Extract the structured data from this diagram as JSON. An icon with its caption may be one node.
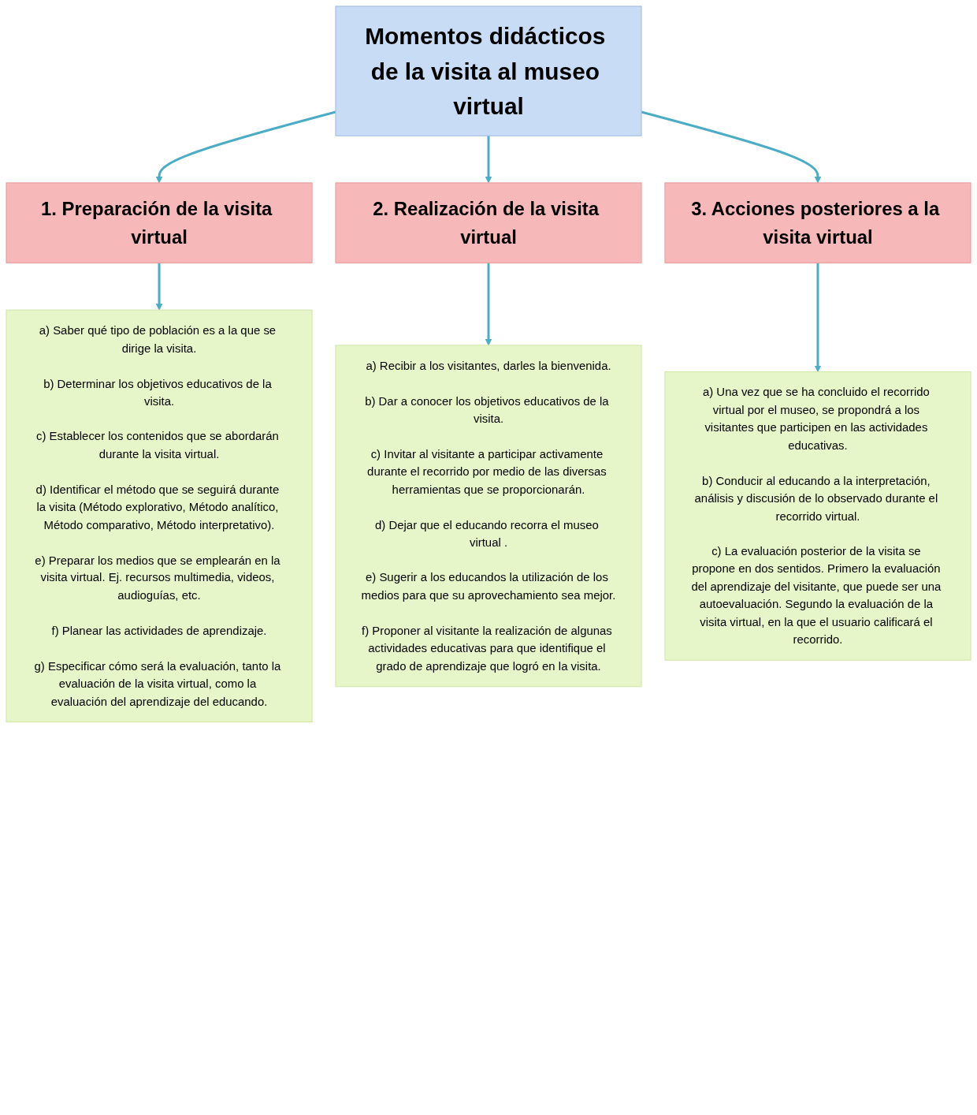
{
  "diagram": {
    "nodes": [
      {
        "text": [
          "Momentos didácticos de la visita al museo virtual"
        ]
      },
      {
        "text": [
          "1. Preparación de la visita virtual"
        ]
      },
      {
        "text": [
          "2. Realización de la visita virtual"
        ]
      },
      {
        "text": [
          "3. Acciones posteriores a la visita virtual"
        ]
      },
      {
        "text": [
          "a) Saber qué tipo de población es a la que se dirige la visita.",
          "b) Determinar los objetivos educativos de la visita.",
          "c) Establecer los contenidos que se abordarán durante la visita virtual.",
          "d) Identificar el método que se seguirá durante la visita (Método explorativo, Método analítico, Método comparativo, Método interpretativo).",
          "e) Preparar los medios que se emplearán en la visita virtual. Ej. recursos multimedia, videos, audioguías, etc.",
          "f) Planear las actividades de aprendizaje.",
          "g) Especificar cómo será la evaluación, tanto la evaluación de la visita virtual, como la evaluación del aprendizaje del educando."
        ]
      },
      {
        "text": [
          "a) Recibir a los visitantes, darles la bienvenida.",
          "b) Dar a conocer los objetivos educativos de la visita.",
          "c) Invitar al visitante a participar activamente durante el recorrido por medio de las diversas herramientas que se proporcionarán.",
          "d) Dejar que el educando recorra el museo virtual .",
          "e) Sugerir a los educandos la utilización de los medios para que su aprovechamiento sea mejor.",
          "f) Proponer al visitante la realización de algunas actividades educativas para que identifique el grado de aprendizaje que logró en la visita."
        ]
      },
      {
        "text": [
          "a) Una vez que se ha concluido el recorrido virtual por el museo, se propondrá a los visitantes que participen en las actividades educativas.",
          "b) Conducir al educando a la interpretación, análisis y discusión de lo observado durante el recorrido virtual.",
          "c) La evaluación posterior de la visita se propone en dos sentidos. Primero la evaluación del aprendizaje del visitante, que puede ser una autoevaluación. Segundo la evaluación de la visita virtual, en la que el usuario calificará el recorrido."
        ]
      }
    ],
    "edges": [
      {
        "from": 0,
        "to": 1,
        "arrow": "to"
      },
      {
        "from": 0,
        "to": 2,
        "arrow": "to"
      },
      {
        "from": 0,
        "to": 3,
        "arrow": "to"
      },
      {
        "from": 1,
        "to": 4,
        "arrow": "to"
      },
      {
        "from": 2,
        "to": 5,
        "arrow": "to"
      },
      {
        "from": 3,
        "to": 6,
        "arrow": "to"
      }
    ]
  }
}
